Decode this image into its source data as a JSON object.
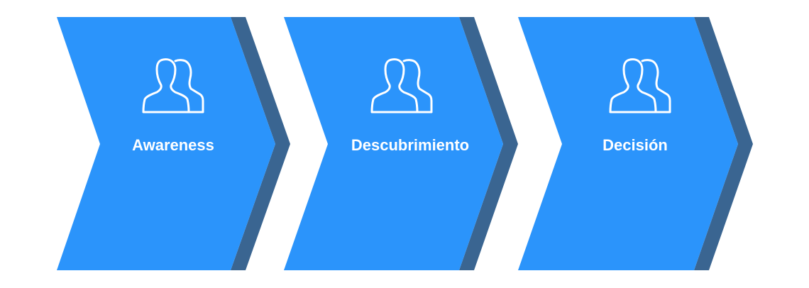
{
  "steps": [
    {
      "label": "Awareness",
      "icon": "users-icon"
    },
    {
      "label": "Descubrimiento",
      "icon": "users-icon"
    },
    {
      "label": "Decisión",
      "icon": "users-icon"
    }
  ],
  "colors": {
    "chevron_fill": "#2b94fb",
    "chevron_shadow": "#3a6591",
    "icon_stroke": "#ffffff",
    "label_text": "#ffffff",
    "background": "#ffffff"
  }
}
